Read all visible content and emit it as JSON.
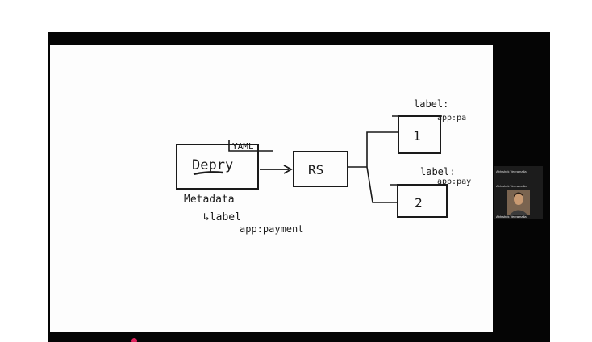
{
  "whiteboard": {
    "deploy_box_label": "Depry",
    "yaml_tag": "YAML",
    "rs_box_label": "RS",
    "pod1_label": "1",
    "pod2_label": "2",
    "metadata_text": "Metadata",
    "label_arrow_text": "↳label",
    "app_payment_text": "app:payment",
    "pod1_label_key": "label:",
    "pod1_app_value": "app:pa",
    "pod2_label_key": "label:",
    "pod2_app_value": "app:pay"
  },
  "participant": {
    "top_name": "Abhishek Veeramalla",
    "name": "Abhishek Veeramalla",
    "bottom_name": "Abhishek Veeramalla"
  },
  "colors": {
    "frame": "#050505",
    "board": "#fdfdfd",
    "ink": "#1a1a1a",
    "record_dot": "#e0245e"
  }
}
